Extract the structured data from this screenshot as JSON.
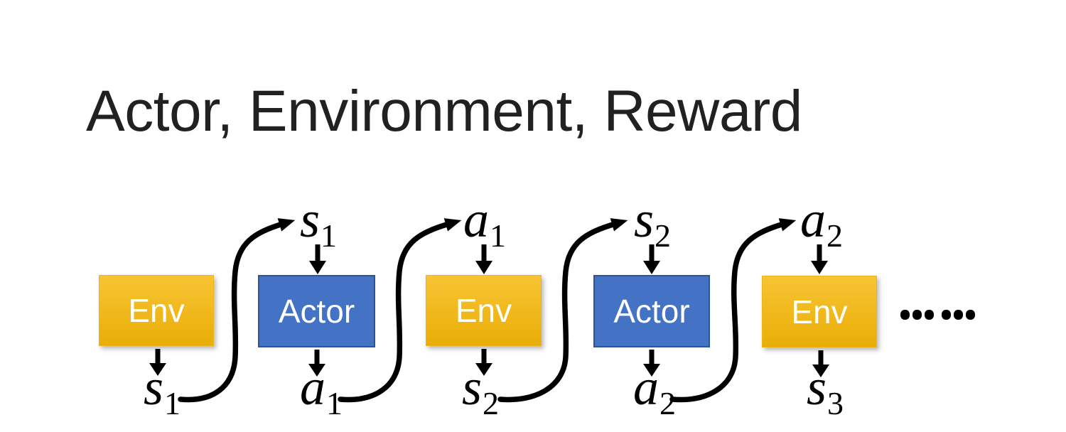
{
  "title": "Actor, Environment, Reward",
  "colors": {
    "env_top": "#F8C434",
    "env_bottom": "#E9AE06",
    "actor_fill": "#4472C4",
    "actor_border": "#2F5496",
    "ink": "#000000",
    "title_ink": "#212121",
    "bg": "#FFFFFF"
  },
  "diagram": {
    "nodes": [
      {
        "label": "Env",
        "type": "environment"
      },
      {
        "label": "Actor",
        "type": "actor"
      },
      {
        "label": "Env",
        "type": "environment"
      },
      {
        "label": "Actor",
        "type": "actor"
      },
      {
        "label": "Env",
        "type": "environment"
      }
    ],
    "top_labels": [
      {
        "base": "s",
        "sub": "1"
      },
      {
        "base": "a",
        "sub": "1"
      },
      {
        "base": "s",
        "sub": "2"
      },
      {
        "base": "a",
        "sub": "2"
      }
    ],
    "bottom_labels": [
      {
        "base": "s",
        "sub": "1"
      },
      {
        "base": "a",
        "sub": "1"
      },
      {
        "base": "s",
        "sub": "2"
      },
      {
        "base": "a",
        "sub": "2"
      },
      {
        "base": "s",
        "sub": "3"
      }
    ],
    "ellipsis": "……"
  }
}
